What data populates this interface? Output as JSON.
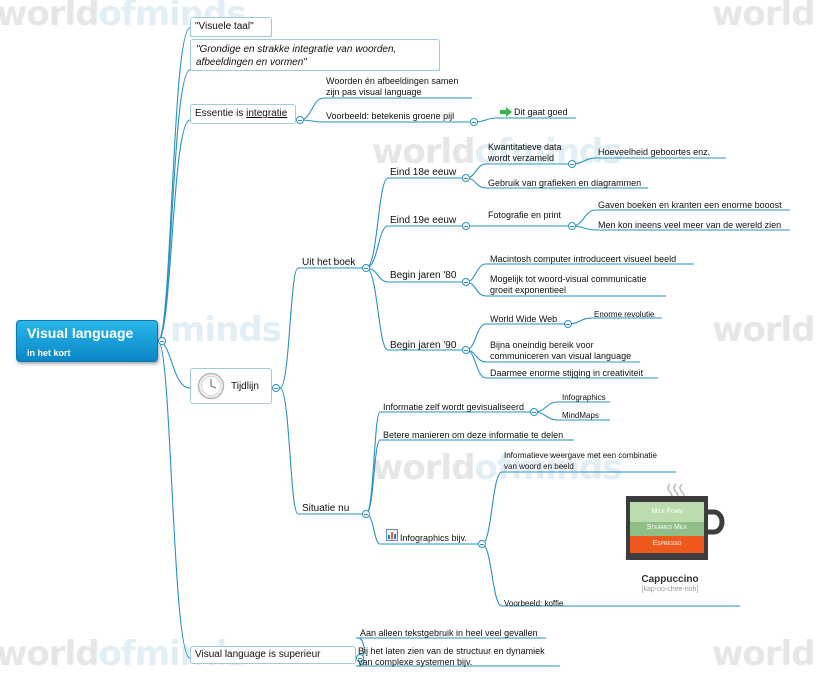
{
  "watermark": {
    "world": "world",
    "of": "of",
    "minds": "minds"
  },
  "root": {
    "title": "Visual language",
    "subtitle": "in het kort"
  },
  "colors": {
    "branch": "#2a91c4",
    "root_top": "#29b7ea",
    "root_bottom": "#0a86c6",
    "box_border": "#9fcbe0",
    "milk_foam": "#bcdcb0",
    "steamed_milk": "#8fbe86",
    "espresso": "#ef5a1c",
    "cup": "#3d3d3d"
  },
  "branches": {
    "visuele_taal": "\"Visuele taal\"",
    "grondige": "\"Grondige en strakke integratie van woorden, afbeeldingen en vormen\"",
    "essentie": {
      "prefix": "Essentie is ",
      "link": "integratie"
    },
    "essentie_children": {
      "c1_line1": "Woorden én afbeeldingen samen",
      "c1_line2": "zijn pas visual language",
      "c2": "Voorbeeld: betekenis groene pijl",
      "c2_child": "Dit gaat goed",
      "c2_child_icon": "green-arrow-icon"
    },
    "tijdlijn": {
      "label": "Tijdlijn",
      "icon": "clock-icon"
    },
    "uit_het_boek": "Uit het boek",
    "eind18": "Eind 18e eeuw",
    "eind18_children": {
      "k_line1": "Kwantitatieve data",
      "k_line2": "wordt verzameld",
      "k_child": "Hoeveelheid geboortes enz.",
      "gebruik": "Gebruik van grafieken en diagrammen"
    },
    "eind19": "Eind 19e eeuw",
    "eind19_children": {
      "foto": "Fotografie en print",
      "foto_c1": "Gaven boeken en kranten een enorme booost",
      "foto_c2": "Men kon ineens veel meer van de wereld zien"
    },
    "begin80": "Begin jaren '80",
    "begin80_children": {
      "mac": "Macintosh computer introduceert visueel beeld",
      "mog_line1": "Mogelijk tot woord-visual communicatie",
      "mog_line2": "groeit exponentieel"
    },
    "begin90": "Begin jaren '90",
    "begin90_children": {
      "www": "World Wide Web",
      "www_child": "Enorme revolutie",
      "bijna_line1": "Bijna oneindig bereik voor",
      "bijna_line2": "communiceren van visual language",
      "daarmee": "Daarmee enorme stijging in creativiteit"
    },
    "situatie_nu": "Situatie nu",
    "situatie_children": {
      "info_zelf": "Informatie zelf wordt gevisualiseerd",
      "infographics": "Infographics",
      "mindmaps": "MindMaps",
      "betere": "Betere manieren om deze informatie te delen",
      "infographics_bijv": "Infographics bijv.",
      "infographics_bijv_icon": "chart-icon",
      "iw_line1": "Informatieve weergave met een combinatie",
      "iw_line2": "van woord en beeld",
      "voorbeeld_koffie": "Voorbeeld: koffie"
    },
    "superieur": "Visual language is superieur",
    "superieur_children": {
      "aan": "Aan alleen tekstgebruik in heel veel gevallen",
      "bij_line1": "Bij het laten zien van de structuur en dynamiek",
      "bij_line2": "van complexe systemen bijv."
    }
  },
  "cappuccino": {
    "milk_foam": "Milk Foam",
    "steamed_milk": "Steamed Milk",
    "espresso": "Espresso",
    "name": "Cappuccino",
    "pronunciation": "[kap-oo-chee-noh]"
  }
}
